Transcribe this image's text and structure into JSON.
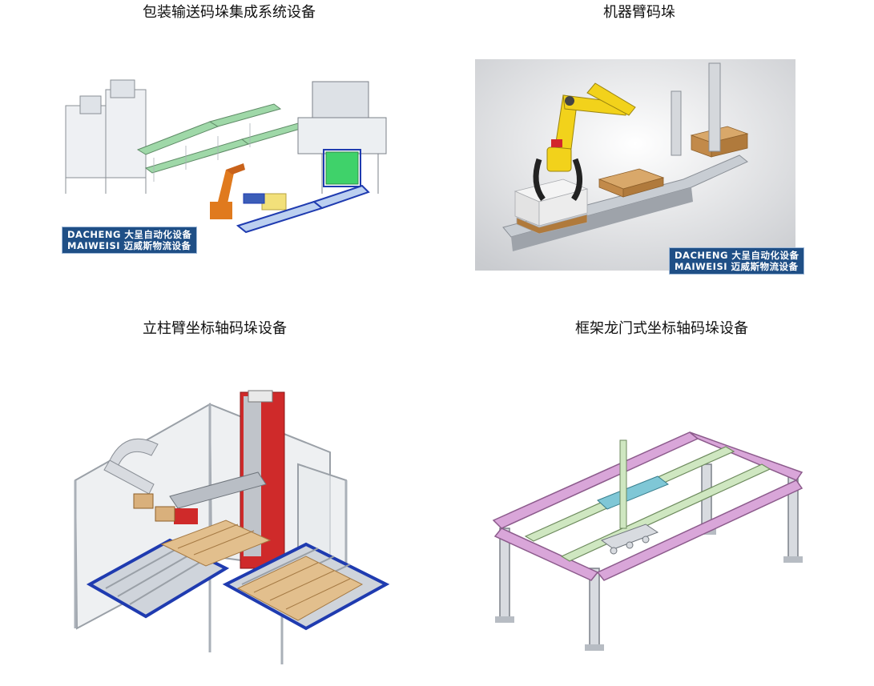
{
  "panels": [
    {
      "caption": "包装输送码垛集成系统设备"
    },
    {
      "caption": "机器臂码垛"
    },
    {
      "caption": "立柱臂坐标轴码垛设备"
    },
    {
      "caption": "框架龙门式坐标轴码垛设备"
    }
  ],
  "logo": {
    "line1": "DACHENG  大呈自动化设备",
    "line2": "MAIWEISI  迈威斯物流设备"
  },
  "colors": {
    "robot_orange": "#e07a1e",
    "robot_yellow": "#f2d21b",
    "gantry_purple": "#d9a6d9",
    "column_red": "#cf2a2a",
    "roller_blue": "#1f3bb0",
    "brand_blue": "#1f4f86"
  }
}
